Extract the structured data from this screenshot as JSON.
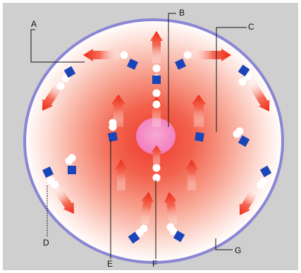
{
  "diagram": {
    "labels": {
      "a": "A",
      "b": "B",
      "c": "C",
      "d": "D",
      "e": "E",
      "f": "F",
      "g": "G"
    },
    "colors": {
      "background": "#ffffff",
      "panel": "#cfcfcf",
      "outline": "#8a86d4",
      "gradient_center": "#f04a3c",
      "gradient_edge": "#ffffff",
      "core": "#f58ac2",
      "square": "#1a45b8",
      "arrow": "#ee2a15",
      "dot": "#ffffff",
      "leader_line": "#111111"
    }
  }
}
